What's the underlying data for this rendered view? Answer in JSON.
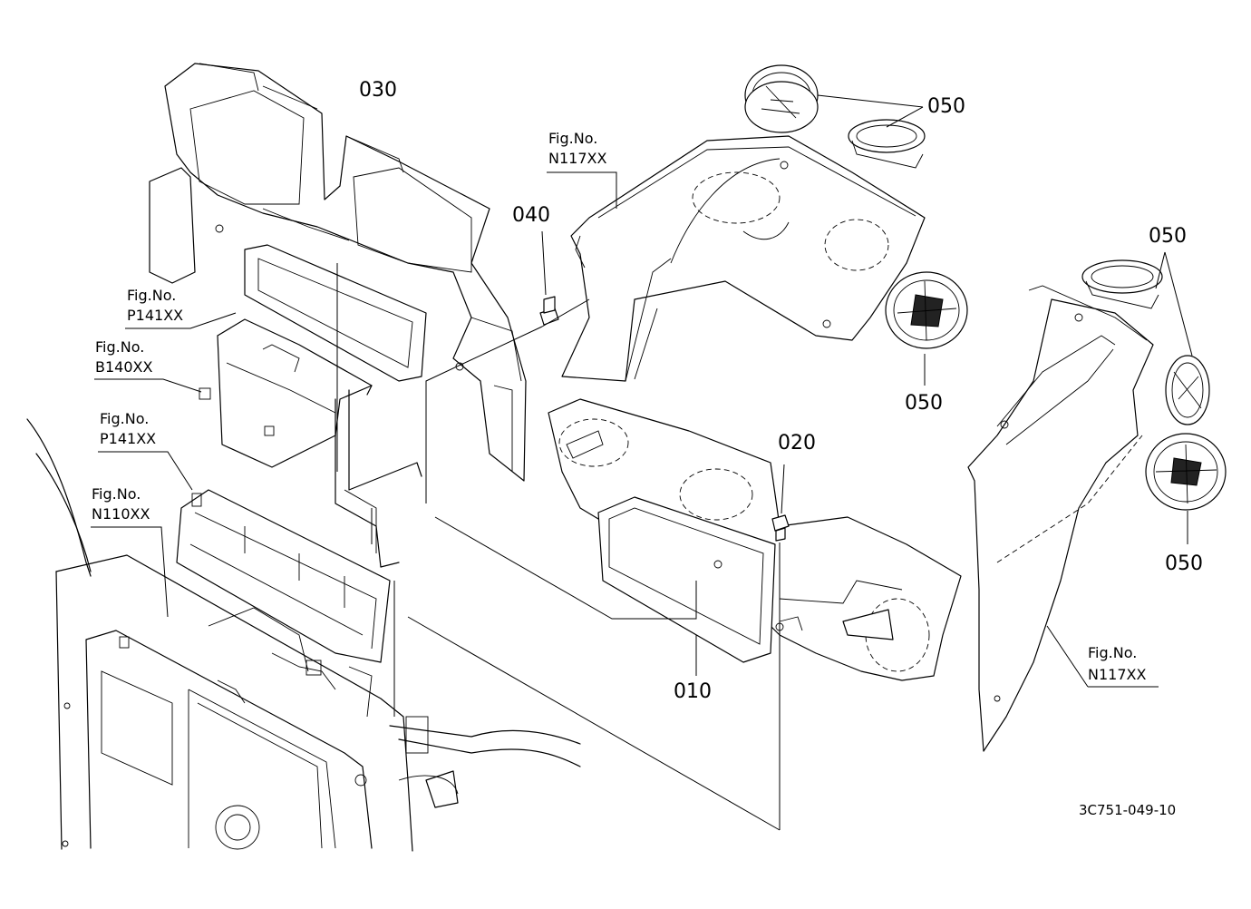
{
  "parts": {
    "p010": "010",
    "p020": "020",
    "p030": "030",
    "p040": "040",
    "p050": "050"
  },
  "figure_refs": {
    "fig_label": "Fig.No.",
    "n117": "N117XX",
    "p141": "P141XX",
    "b140": "B140XX",
    "n110": "N110XX"
  },
  "drawing_code": "3C751-049-10"
}
